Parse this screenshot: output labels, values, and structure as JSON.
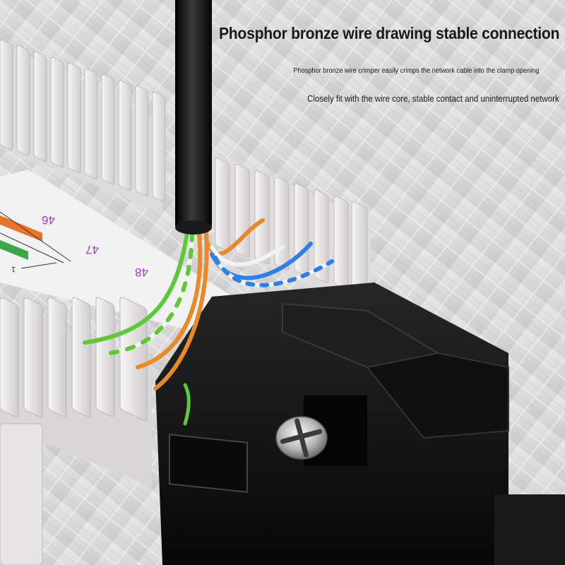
{
  "headline": "Phosphor bronze wire drawing stable connection",
  "subtitle_1": "Phosphor bronze wire crimper easily crimps the network cable into the clamp opening",
  "subtitle_2": "Closely fit with the wire core, stable contact and uninterrupted network",
  "port_labels": [
    "46",
    "47",
    "48"
  ],
  "label_mark": "1",
  "colors": {
    "background": "#d9d9d9",
    "terminal_white": "#ecebeb",
    "module_black": "#141414",
    "cable_jacket": "#0d0d0d",
    "wire_green": "#5fc73a",
    "wire_orange": "#e88a2a",
    "wire_blue": "#2f7fe6",
    "port_number": "#a23bc7"
  },
  "icons": [
    "cross-head-screw-icon"
  ]
}
